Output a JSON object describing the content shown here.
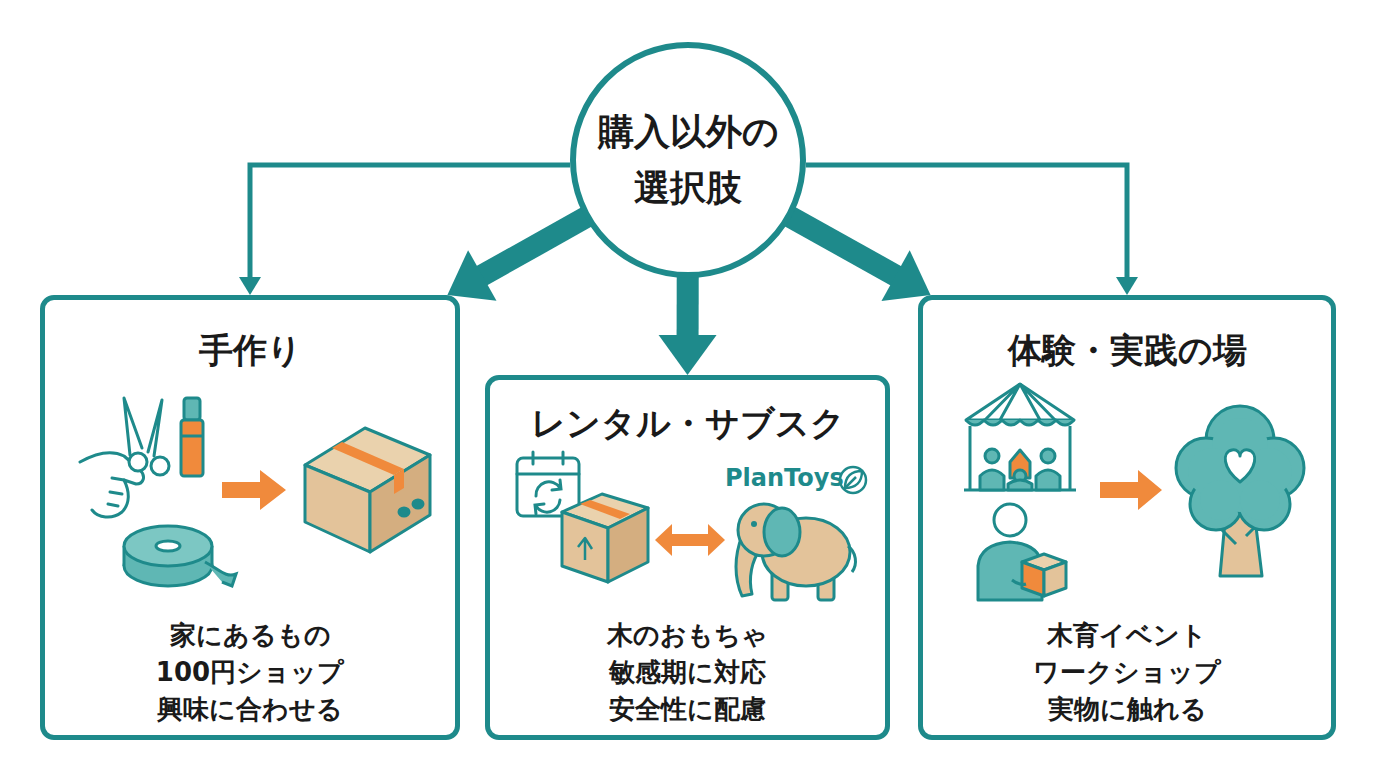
{
  "diagram": {
    "nodes": [
      {
        "text": [
          "購入以外の 選択肢"
        ]
      },
      {
        "text": [
          "手作り",
          "家にあるもの",
          "100円ショップ",
          "興味に合わせる"
        ]
      },
      {
        "text": [
          "レンタル・サブスク",
          "木のおもちゃ",
          "敏感期に対応",
          "安全性に配慮"
        ]
      },
      {
        "text": [
          "体験・実践の場",
          "木育イベント",
          "ワークショップ",
          "実物に触れる"
        ]
      }
    ],
    "edges": [
      {
        "from": 0,
        "to": 1,
        "arrow": "to"
      },
      {
        "from": 0,
        "to": 1,
        "arrow": "to"
      },
      {
        "from": 0,
        "to": 2,
        "arrow": "to"
      },
      {
        "from": 0,
        "to": 3,
        "arrow": "to"
      },
      {
        "from": 0,
        "to": 3,
        "arrow": "to"
      }
    ],
    "labels": [
      "PlanToys"
    ]
  }
}
